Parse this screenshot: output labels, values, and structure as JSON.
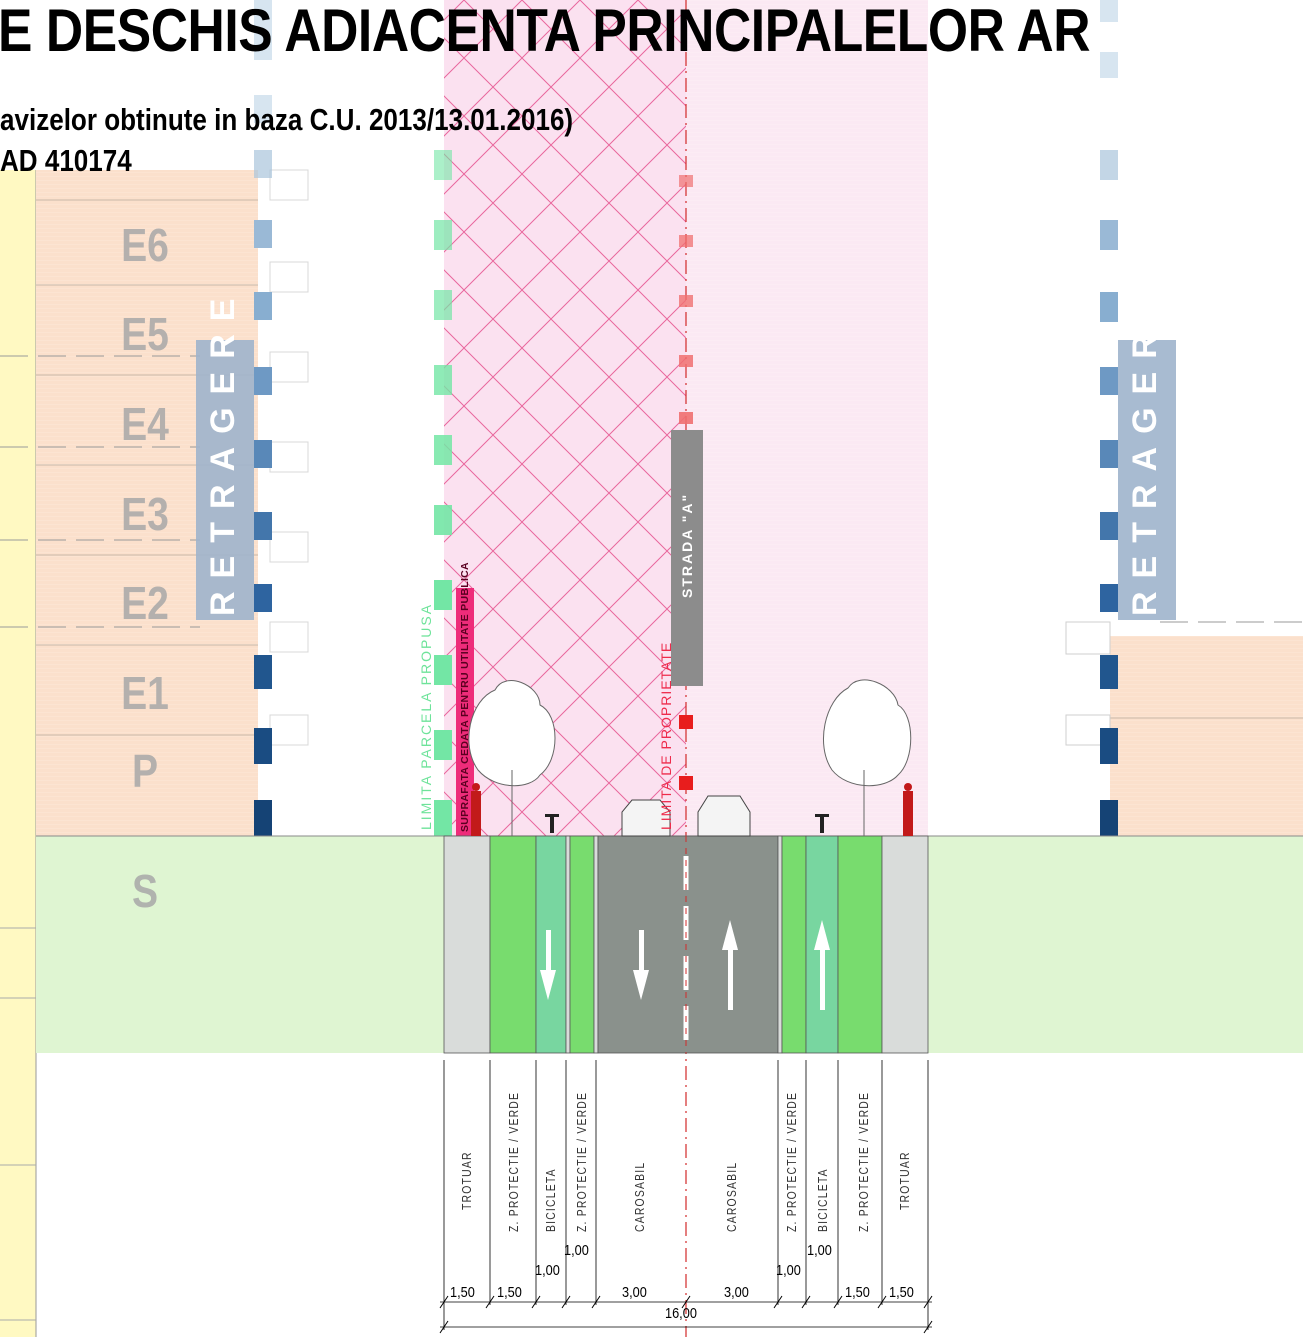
{
  "header": {
    "title": "E DESCHIS ADIACENTA PRINCIPALELOR AR",
    "subtitle": "avizelor obtinute in baza C.U. 2013/13.01.2016)",
    "cadastral": "AD 410174"
  },
  "floors": [
    "E6",
    "E5",
    "E4",
    "E3",
    "E2",
    "E1",
    "P",
    "S"
  ],
  "labels": {
    "retragere_left": "RETRAGERE",
    "retragere_right": "RETRAGERE",
    "strada": "STRADA \"A\"",
    "limita_parcela": "LIMITA PARCELA PROPUSA",
    "limita_proprietate": "LIMITA DE PROPRIETATE",
    "suprafata_cedata": "SUPRAFATA CEDATA PENTRU UTILITATE PUBLICA"
  },
  "zones": [
    {
      "label": "TROTUAR"
    },
    {
      "label": "Z. PROTECTIE / VERDE"
    },
    {
      "label": "BICICLETA"
    },
    {
      "label": "Z. PROTECTIE / VERDE"
    },
    {
      "label": "CAROSABIL"
    },
    {
      "label": "CAROSABIL"
    },
    {
      "label": "Z. PROTECTIE / VERDE"
    },
    {
      "label": "BICICLETA"
    },
    {
      "label": "Z. PROTECTIE / VERDE"
    },
    {
      "label": "TROTUAR"
    }
  ],
  "dimensions": {
    "trotuar_left": "1,50",
    "verde_left": "1,50",
    "bicicleta_left": "1,00",
    "protectie_left": "1,00",
    "carosabil_left": "3,00",
    "carosabil_right": "3,00",
    "protectie_right": "1,00",
    "bicicleta_right": "1,00",
    "verde_right": "1,50",
    "trotuar_right": "1,50",
    "total": "16,00"
  },
  "colors": {
    "building": "#fbe0cc",
    "basement": "#dff5d2",
    "public_area": "#fbe1f0",
    "hatch": "#e9679d",
    "verde": "#78dc6e",
    "bicicleta": "#78d6a0",
    "carosabil": "#8a918c",
    "trotuar": "#d9dcda",
    "retragere": "#9eb4cc",
    "strada_label": "#8c8c8c",
    "ramp_band": "#fff9c2"
  }
}
